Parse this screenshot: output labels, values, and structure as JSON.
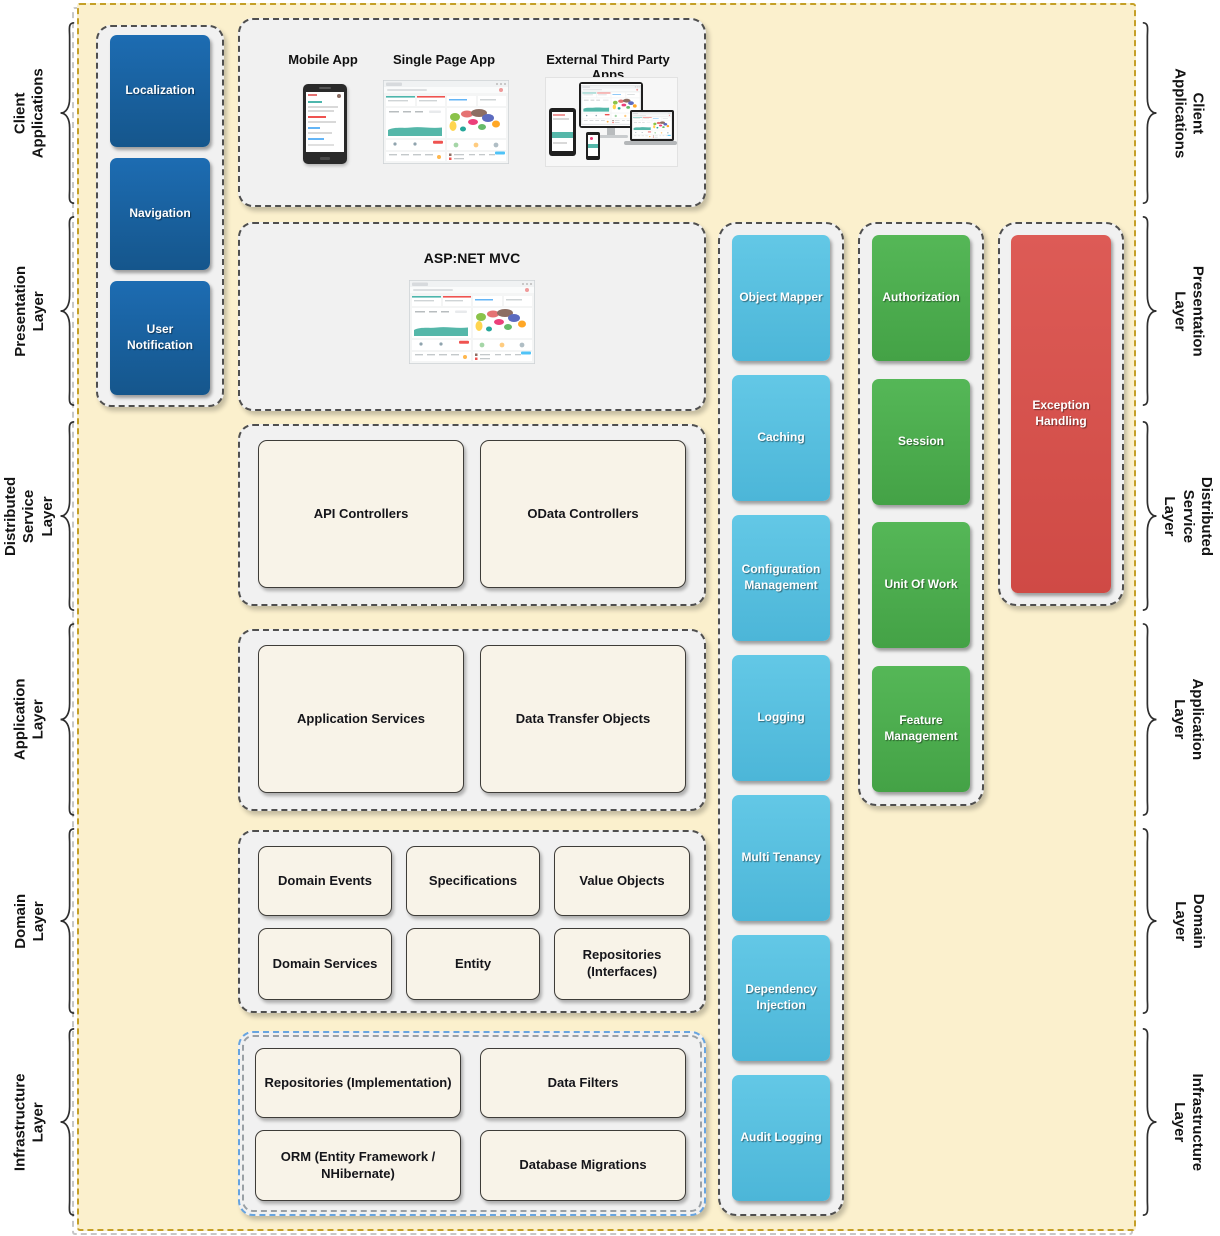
{
  "colors": {
    "background": "#FBF0CD",
    "border_tan": "#C5A028",
    "blue": "#1A62A6",
    "cyan": "#57C1E1",
    "green": "#4DB04F",
    "red": "#D8534E",
    "beige": "#F8F3E8"
  },
  "side_labels": {
    "left": [
      "Client\nApplications",
      "Presentation\nLayer",
      "Distributed\nService Layer",
      "Application\nLayer",
      "Domain\nLayer",
      "Infrastructure\nLayer"
    ],
    "right": [
      "Client\nApplications",
      "Presentation\nLayer",
      "Distributed\nService Layer",
      "Application\nLayer",
      "Domain\nLayer",
      "Infrastructure\nLayer"
    ]
  },
  "client_tools": {
    "items": [
      "Localization",
      "Navigation",
      "User\nNotification"
    ]
  },
  "client_apps": {
    "titles": [
      "Mobile App",
      "Single Page App",
      "External Third Party Apps"
    ]
  },
  "presentation": {
    "title": "ASP:NET MVC"
  },
  "distributed": {
    "items": [
      "API Controllers",
      "OData Controllers"
    ]
  },
  "application": {
    "items": [
      "Application Services",
      "Data Transfer Objects"
    ]
  },
  "domain": {
    "items": [
      "Domain Events",
      "Specifications",
      "Value Objects",
      "Domain Services",
      "Entity",
      "Repositories\n(Interfaces)"
    ]
  },
  "infrastructure": {
    "items": [
      "Repositories (Implementation)",
      "Data Filters",
      "ORM (Entity Framework /\nNHibernate)",
      "Database Migrations"
    ]
  },
  "services": {
    "cyan": [
      "Object Mapper",
      "Caching",
      "Configuration\nManagement",
      "Logging",
      "Multi Tenancy",
      "Dependency\nInjection",
      "Audit Logging"
    ],
    "green": [
      "Authorization",
      "Session",
      "Unit Of Work",
      "Feature\nManagement"
    ],
    "red": [
      "Exception\nHandling"
    ]
  }
}
